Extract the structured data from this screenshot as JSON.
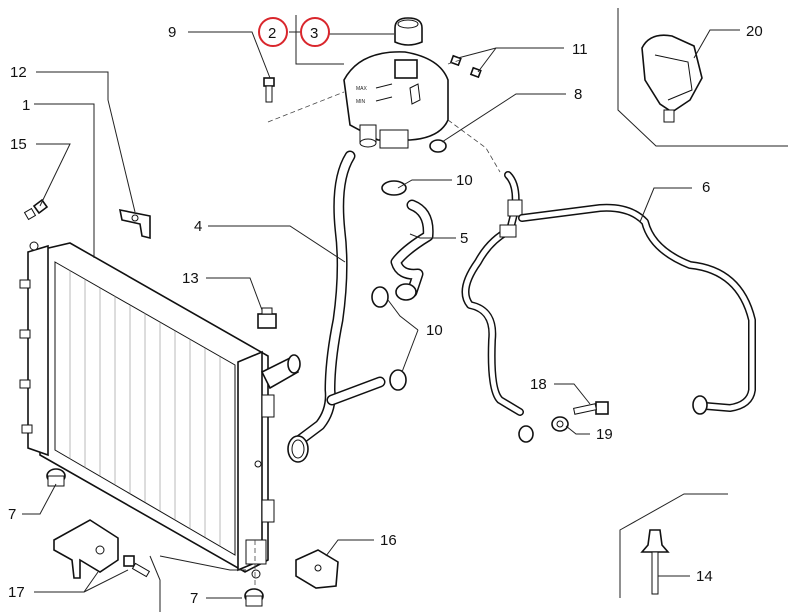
{
  "callouts": {
    "c1": "1",
    "c2": "2",
    "c3": "3",
    "c4": "4",
    "c5": "5",
    "c6": "6",
    "c7a": "7",
    "c7b": "7",
    "c8": "8",
    "c9": "9",
    "c10a": "10",
    "c10b": "10",
    "c11": "11",
    "c12": "12",
    "c13": "13",
    "c14": "14",
    "c15": "15",
    "c16": "16",
    "c17": "17",
    "c18": "18",
    "c19": "19",
    "c20": "20"
  },
  "highlighted": [
    "2",
    "3"
  ],
  "colors": {
    "highlight": "#d9262c",
    "line": "#111111"
  },
  "reservoir_label": {
    "line1": "MAX",
    "line2": "MIN"
  }
}
